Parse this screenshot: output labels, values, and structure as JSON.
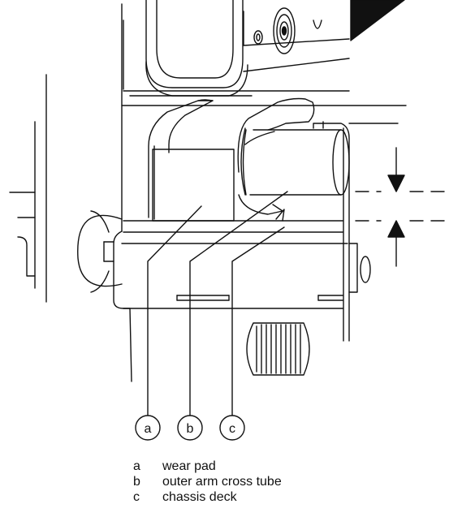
{
  "callouts": [
    {
      "key": "a",
      "label": "wear pad"
    },
    {
      "key": "b",
      "label": "outer arm cross tube"
    },
    {
      "key": "c",
      "label": "chassis deck"
    }
  ]
}
